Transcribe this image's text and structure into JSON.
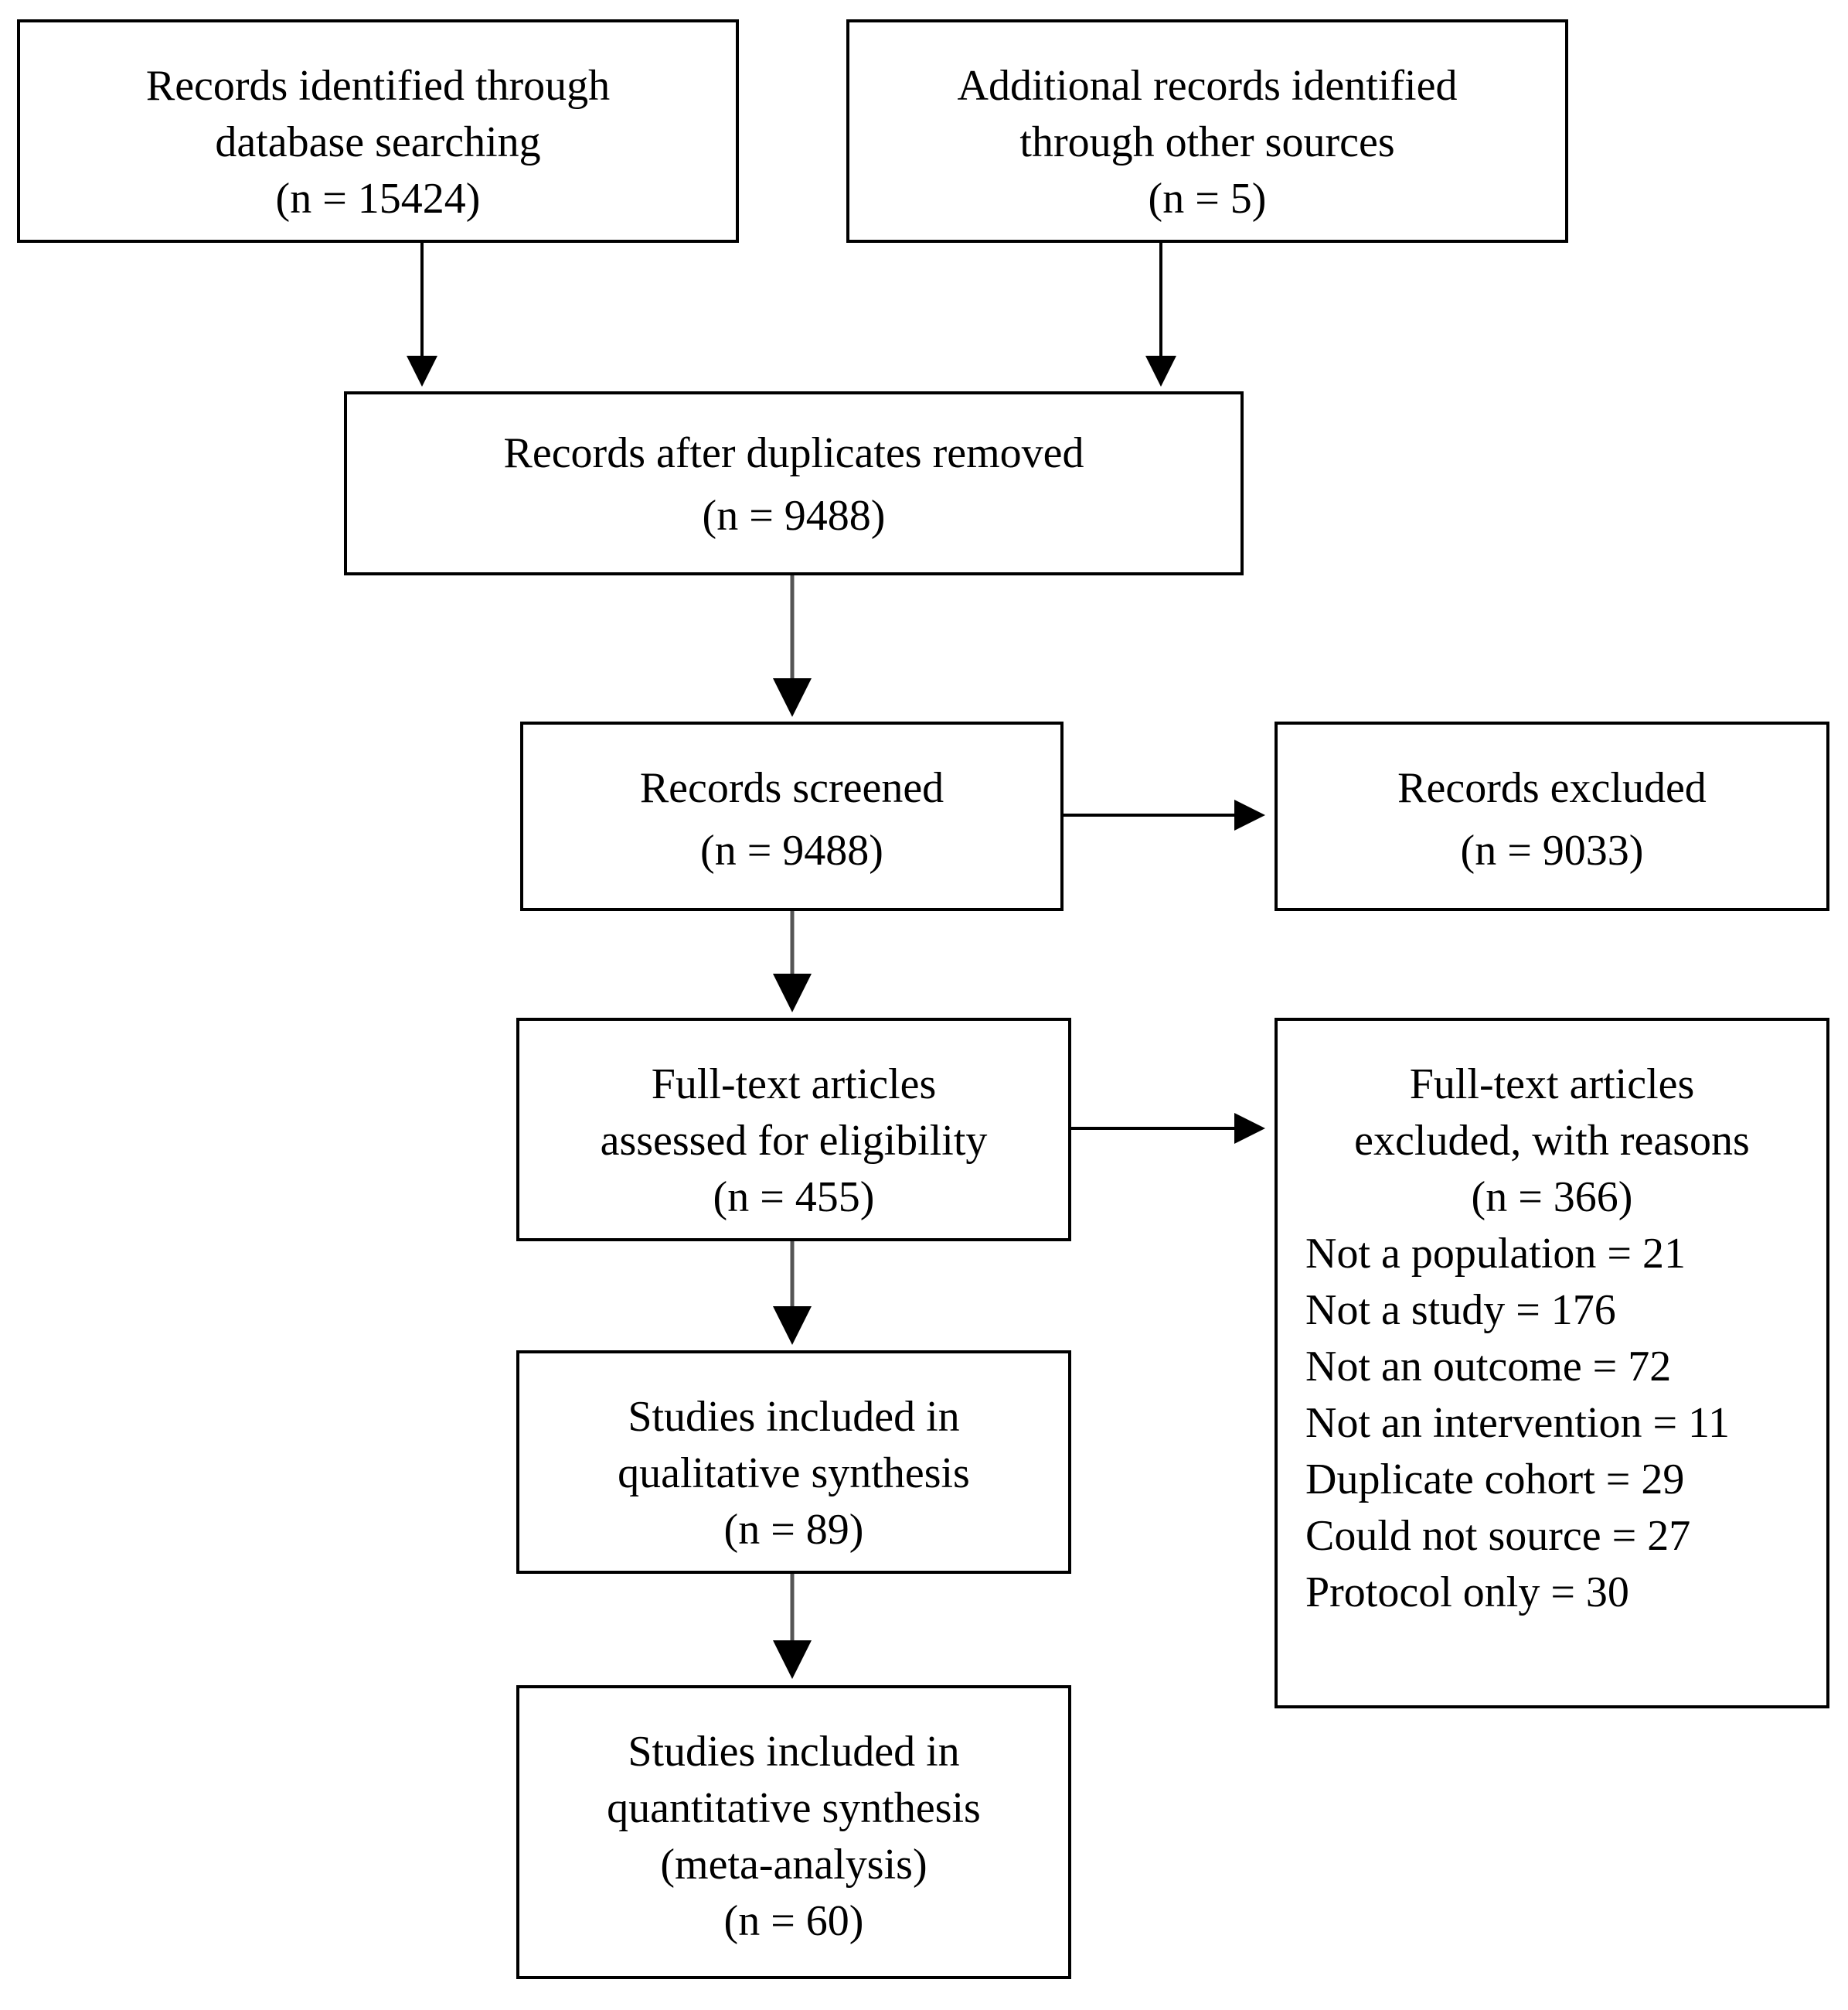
{
  "boxes": {
    "identified_db": {
      "lines": [
        "Records identified through",
        "database searching",
        "(n = 15424)"
      ]
    },
    "identified_other": {
      "lines": [
        "Additional records identified",
        "through other sources",
        "(n = 5)"
      ]
    },
    "after_duplicates": {
      "lines": [
        "Records after duplicates removed",
        "(n = 9488)"
      ]
    },
    "screened": {
      "lines": [
        "Records screened",
        "(n = 9488)"
      ]
    },
    "excluded": {
      "lines": [
        "Records excluded",
        "(n = 9033)"
      ]
    },
    "fulltext_assessed": {
      "lines": [
        "Full-text articles",
        "assessed for eligibility",
        "(n = 455)"
      ]
    },
    "fulltext_excluded": {
      "lines": [
        "Full-text articles",
        "excluded, with reasons",
        "(n = 366)"
      ],
      "reasons": [
        "Not a population = 21",
        "Not a study = 176",
        "Not an outcome = 72",
        "Not an intervention = 11",
        "Duplicate cohort = 29",
        "Could not source = 27",
        "Protocol only = 30"
      ]
    },
    "qualitative": {
      "lines": [
        "Studies included in",
        "qualitative synthesis",
        "(n = 89)"
      ]
    },
    "quantitative": {
      "lines": [
        "Studies included in",
        "quantitative synthesis",
        "(meta-analysis)",
        "(n = 60)"
      ]
    }
  }
}
